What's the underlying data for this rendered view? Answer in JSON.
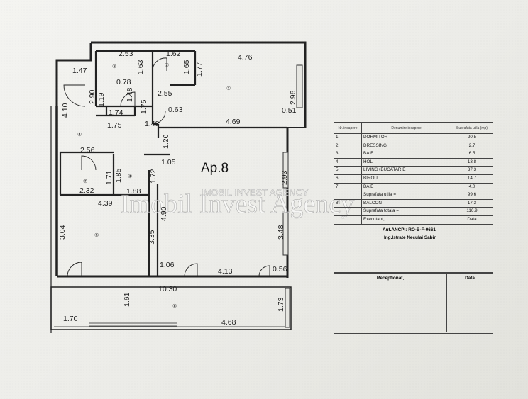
{
  "apartment_label": "Ap.8",
  "watermark": {
    "main": "Imobil Invest Agency",
    "small": "IMOBIL INVEST AGENCY"
  },
  "room_numbers": [
    "①",
    "②",
    "③",
    "④",
    "④",
    "⑤",
    "⑦",
    "⑧"
  ],
  "dimensions": {
    "d_2_53": "2.53",
    "d_1_62": "1.62",
    "d_4_76": "4.76",
    "d_1_47": "1.47",
    "d_1_63": "1.63",
    "d_1_65": "1.65",
    "d_1_77": "1.77",
    "d_0_78": "0.78",
    "d_2_90": "2.90",
    "d_1_19": "1.19",
    "d_1_48a": "1.48",
    "d_2_55": "2.55",
    "d_2_96": "2.96",
    "d_4_10": "4.10",
    "d_1_74": "1.74",
    "d_1_75v": "1.75",
    "d_0_63": "0.63",
    "d_0_51": "0.51",
    "d_1_75": "1.75",
    "d_1_48b": "1.48",
    "d_4_69": "4.69",
    "d_1_20": "1.20",
    "d_2_56": "2.56",
    "d_1_05": "1.05",
    "d_2_93": "2.93",
    "d_1_71": "1.71",
    "d_1_85": "1.85",
    "d_1_72": "1.72",
    "d_2_32": "2.32",
    "d_1_88": "1.88",
    "d_4_39": "4.39",
    "d_4_90": "4.90",
    "d_3_04": "3.04",
    "d_3_35": "3.35",
    "d_3_48": "3.48",
    "d_1_06": "1.06",
    "d_4_13": "4.13",
    "d_0_56": "0.56",
    "d_10_30": "10.30",
    "d_1_61": "1.61",
    "d_1_73": "1.73",
    "d_1_70": "1.70",
    "d_4_68": "4.68"
  },
  "table": {
    "headers": [
      "Nr. incapere",
      "Denumire incapere",
      "Suprafata utila (mp)"
    ],
    "rows": [
      [
        "1.",
        "DORMITOR",
        "20.5"
      ],
      [
        "2.",
        "DRESSING",
        "2.7"
      ],
      [
        "3.",
        "BAIE",
        "6.5"
      ],
      [
        "4.",
        "HOL",
        "13.8"
      ],
      [
        "5.",
        "LIVING+BUCATARIE",
        "37.3"
      ],
      [
        "6.",
        "BIROU",
        "14.7"
      ],
      [
        "7.",
        "BAIE",
        "4.0"
      ]
    ],
    "util_label": "Suprafata utila =",
    "util_value": "99.6",
    "balcon_nr": "8.",
    "balcon_label": "BALCON",
    "balcon_value": "17.3",
    "total_label": "Suprafata totala =",
    "total_value": "116.9",
    "executant": "Executant,",
    "data_label": "Data",
    "aut": "Aut.ANCPI: RO-B-F-0661",
    "ing": "Ing.Istrate Neculai Sabin",
    "receptionat": "Receptionat,",
    "data2": "Data"
  }
}
